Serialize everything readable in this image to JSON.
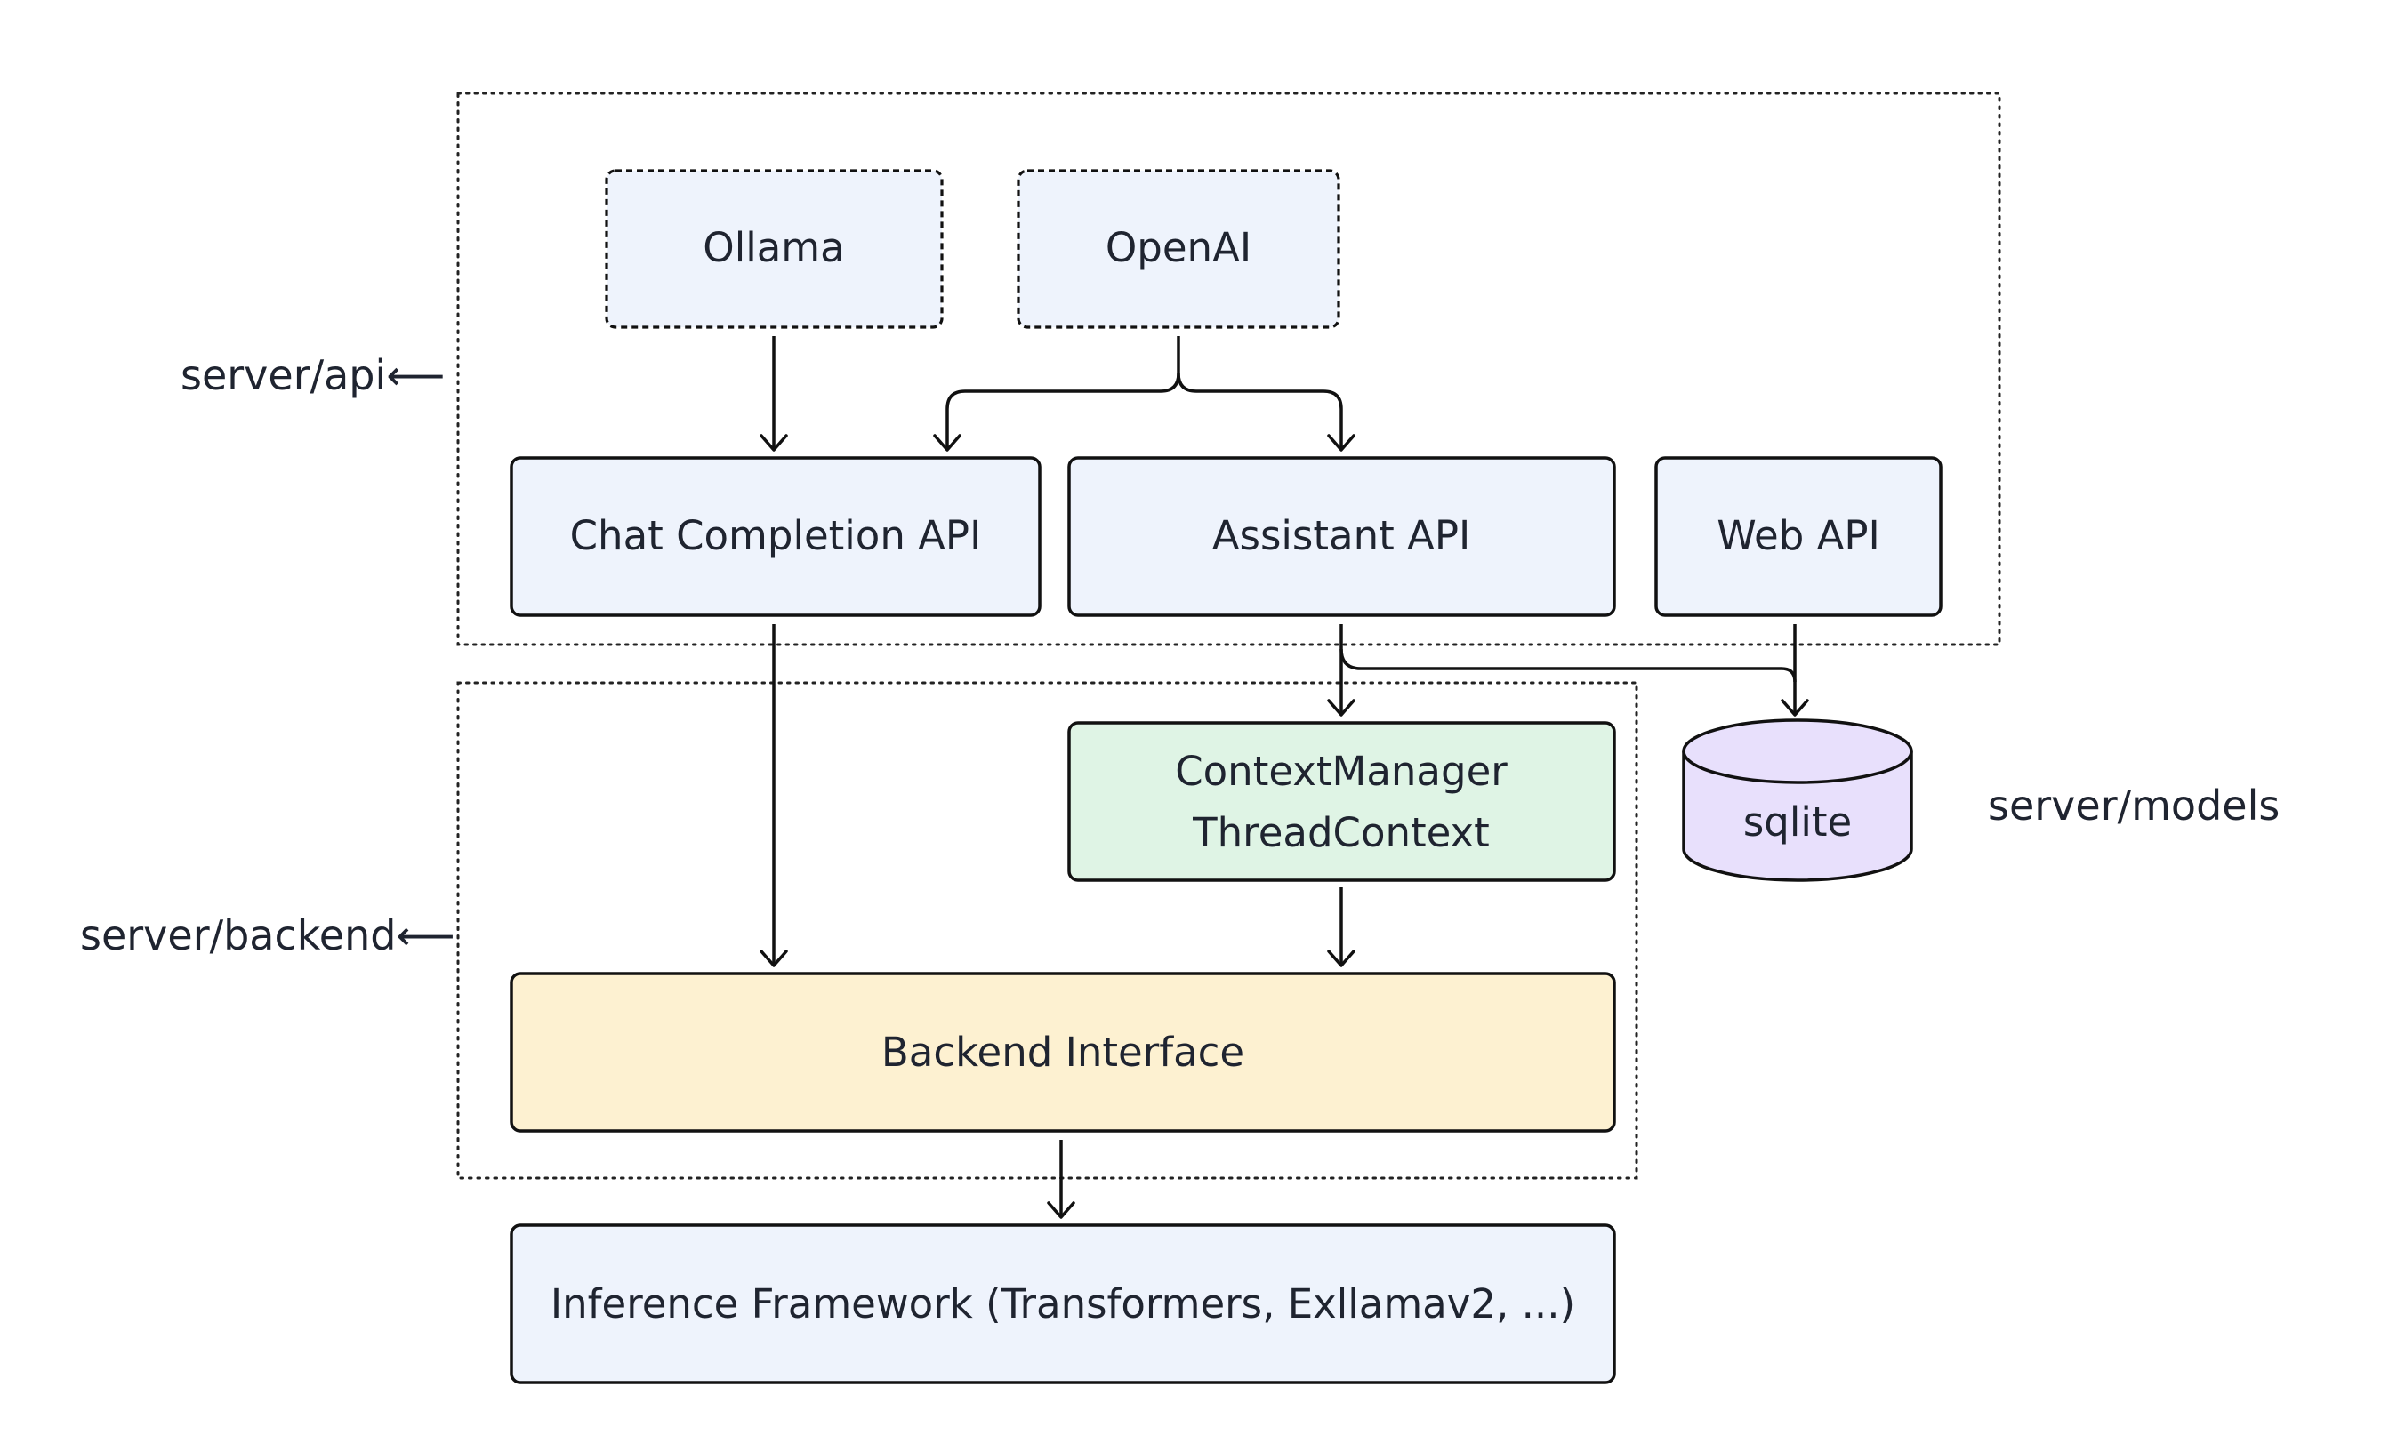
{
  "diagram": {
    "groups": {
      "server_api": {
        "label": "server/api⟵"
      },
      "server_backend": {
        "label": "server/backend⟵"
      },
      "server_models": {
        "label": "server/models"
      }
    },
    "nodes": {
      "ollama": {
        "label": "Ollama"
      },
      "openai": {
        "label": "OpenAI"
      },
      "chat_completion_api": {
        "label": "Chat Completion API"
      },
      "assistant_api": {
        "label": "Assistant API"
      },
      "web_api": {
        "label": "Web API"
      },
      "context_manager": {
        "lines": [
          "ContextManager",
          "ThreadContext"
        ]
      },
      "sqlite": {
        "label": "sqlite"
      },
      "backend_interface": {
        "label": "Backend Interface"
      },
      "inference_framework": {
        "label": "Inference Framework (Transformers, Exllamav2, ...)"
      }
    },
    "colors": {
      "api_fill": "#eef3fc",
      "context_fill": "#dff4e5",
      "sqlite_fill": "#e8e0fc",
      "backend_fill": "#fdf1d1",
      "stroke": "#111111"
    },
    "edges": [
      {
        "from": "Ollama",
        "to": "Chat Completion API"
      },
      {
        "from": "OpenAI",
        "to": "Chat Completion API"
      },
      {
        "from": "OpenAI",
        "to": "Assistant API"
      },
      {
        "from": "Chat Completion API",
        "to": "Backend Interface"
      },
      {
        "from": "Assistant API",
        "to": "ContextManager ThreadContext"
      },
      {
        "from": "Assistant API",
        "to": "sqlite"
      },
      {
        "from": "Web API",
        "to": "sqlite"
      },
      {
        "from": "ContextManager ThreadContext",
        "to": "Backend Interface"
      },
      {
        "from": "Backend Interface",
        "to": "Inference Framework (Transformers, Exllamav2, ...)"
      }
    ]
  }
}
